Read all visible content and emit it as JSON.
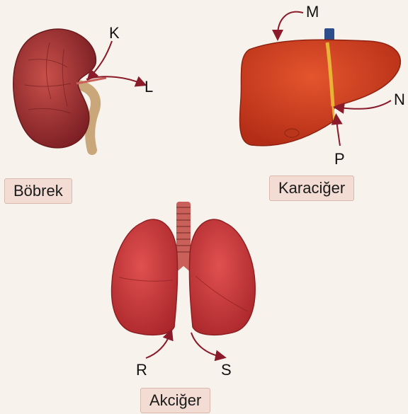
{
  "organs": {
    "kidney": {
      "label": "Böbrek",
      "color": "#b53a3a"
    },
    "liver": {
      "label": "Karaciğer",
      "color": "#d2401f"
    },
    "lung": {
      "label": "Akciğer",
      "color": "#cf3b3b"
    }
  },
  "vessel_letters": {
    "K": "K",
    "L": "L",
    "M": "M",
    "N": "N",
    "P": "P",
    "R": "R",
    "S": "S"
  },
  "colors": {
    "background": "#f7f3ec",
    "label_bg": "#f3dcd3",
    "arrow": "#8b1a2a",
    "ureter": "#c9a77a",
    "vena_cava": "#2d4c8a",
    "gall": "#e8b437",
    "trachea": "#c9605a"
  }
}
